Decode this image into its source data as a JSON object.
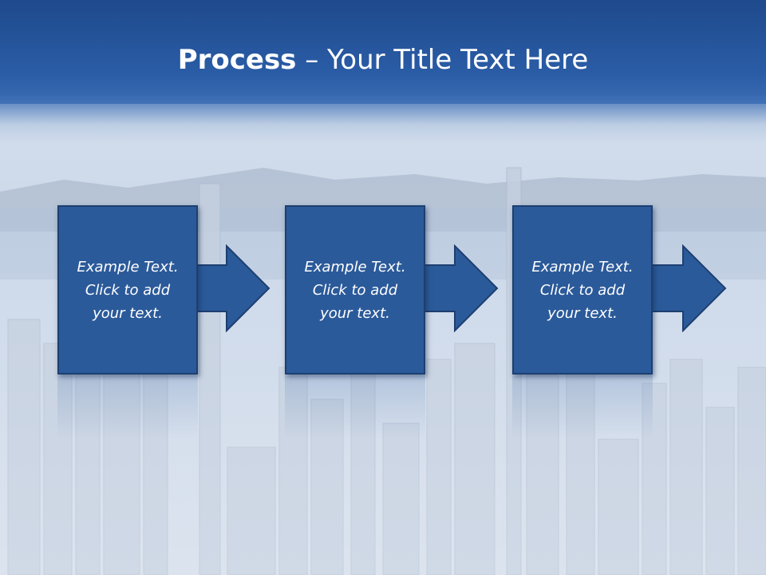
{
  "slide": {
    "title_bold": "Process",
    "title_rest": " – Your Title Text Here"
  },
  "steps": [
    {
      "text": "Example Text.\nClick  to add\nyour text."
    },
    {
      "text": "Example Text.\nClick  to add\nyour text."
    },
    {
      "text": "Example Text.\nClick  to add\nyour text."
    }
  ],
  "colors": {
    "header": "#2a5ca6",
    "box_fill": "#2b5a9a",
    "box_border": "#1d3f70"
  }
}
